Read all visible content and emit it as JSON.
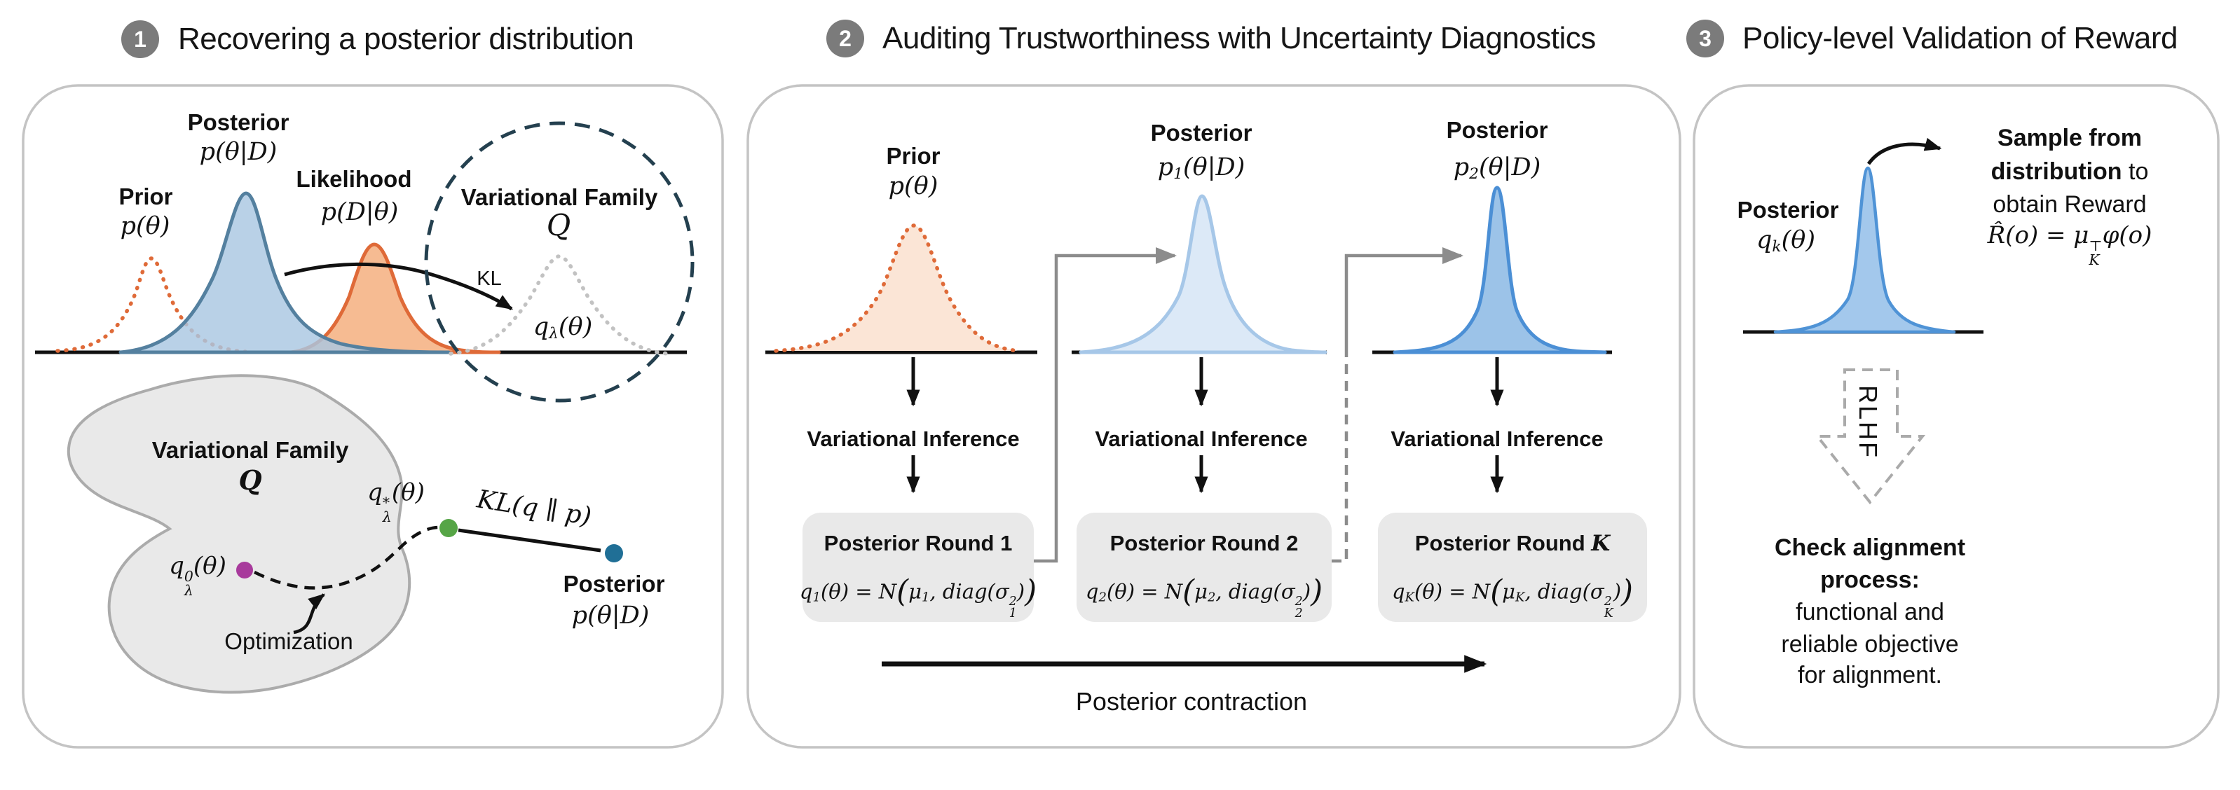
{
  "colors": {
    "text": "#111111",
    "badge": "#7b7b7b",
    "panel_border": "#c4c4c4",
    "box_fill": "#e9e9e9",
    "connector": "#8c8c8c",
    "blue1_fill": "#aac7e2",
    "blue1_stroke": "#54809f",
    "orange_fill": "#f6bb92",
    "orange_stroke": "#df6a38",
    "prior2_fill": "#fbe5d6",
    "p1_fill": "#dce9f7",
    "p1_stroke": "#a6c7e8",
    "p2_fill": "#9cc3e8",
    "p2_stroke": "#4b8fd5",
    "p3_fill": "#a3c8ec",
    "p3_stroke": "#4f93d6",
    "circle_dash": "#24404f",
    "gray_dotted": "#c2c2c2",
    "blob_fill": "#e9e9e9",
    "blob_stroke": "#ababab",
    "dot_magenta": "#a83a9c",
    "dot_green": "#56a546",
    "dot_teal": "#206f96",
    "rlhf_dash": "#aaaaaa",
    "axis": "#111111"
  },
  "panel1": {
    "badge": "1",
    "title": "Recovering a posterior distribution",
    "posterior_label": "Posterior",
    "posterior_formula": [
      {
        "t": "p(θ|D)"
      }
    ],
    "prior_label": "Prior",
    "prior_formula": [
      {
        "t": "p(θ)"
      }
    ],
    "likelihood_label": "Likelihood",
    "likelihood_formula": [
      {
        "t": "p(D|θ)"
      }
    ],
    "vf_label": "Variational Family",
    "vf_q": "Q",
    "kl_small": "KL",
    "q_lambda": [
      {
        "t": "q"
      },
      {
        "sub": "λ"
      },
      {
        "t": "(θ)"
      }
    ],
    "blob_label": "Variational Family",
    "blob_q": "Q",
    "q_lambda_0": [
      {
        "t": "q"
      },
      {
        "ss": [
          "0",
          "λ"
        ]
      },
      {
        "t": "(θ)"
      }
    ],
    "q_lambda_star": [
      {
        "t": "q"
      },
      {
        "ss": [
          "*",
          "λ"
        ]
      },
      {
        "t": "(θ)"
      }
    ],
    "optimization_label": "Optimization",
    "kl_qp": [
      {
        "t": "KL(q ∥ p)"
      }
    ],
    "posterior2_label": "Posterior",
    "posterior2_formula": [
      {
        "t": "p(θ|D)"
      }
    ]
  },
  "panel2": {
    "badge": "2",
    "title": "Auditing Trustworthiness with Uncertainty Diagnostics",
    "cols": [
      {
        "label": "Prior",
        "formula": [
          {
            "t": "p(θ)"
          }
        ],
        "vi": "Variational Inference",
        "box_title": "Posterior Round 1",
        "box_title_k": "",
        "box_formula": [
          {
            "t": "q"
          },
          {
            "sub": "1"
          },
          {
            "t": "(θ) = N"
          },
          {
            "big": "("
          },
          {
            "t": "μ"
          },
          {
            "sub": "1"
          },
          {
            "t": ", diag(σ"
          },
          {
            "ss": [
              "2",
              "1"
            ]
          },
          {
            "t": ")"
          },
          {
            "big": ")"
          }
        ]
      },
      {
        "label": "Posterior",
        "formula": [
          {
            "t": "p"
          },
          {
            "sub": "1"
          },
          {
            "t": "(θ|D)"
          }
        ],
        "vi": "Variational Inference",
        "box_title": "Posterior Round 2",
        "box_title_k": "",
        "box_formula": [
          {
            "t": "q"
          },
          {
            "sub": "2"
          },
          {
            "t": "(θ) = N"
          },
          {
            "big": "("
          },
          {
            "t": "μ"
          },
          {
            "sub": "2"
          },
          {
            "t": ", diag(σ"
          },
          {
            "ss": [
              "2",
              "2"
            ]
          },
          {
            "t": ")"
          },
          {
            "big": ")"
          }
        ]
      },
      {
        "label": "Posterior",
        "formula": [
          {
            "t": "p"
          },
          {
            "sub": "2"
          },
          {
            "t": "(θ|D)"
          }
        ],
        "vi": "Variational Inference",
        "box_title": "Posterior Round ",
        "box_title_k": "K",
        "box_formula": [
          {
            "t": "q"
          },
          {
            "sub": "K"
          },
          {
            "t": "(θ) = N"
          },
          {
            "big": "("
          },
          {
            "t": "μ"
          },
          {
            "sub": "K"
          },
          {
            "t": ", diag(σ"
          },
          {
            "ss": [
              "2",
              "K"
            ]
          },
          {
            "t": ")"
          },
          {
            "big": ")"
          }
        ]
      }
    ],
    "contraction_label": "Posterior contraction"
  },
  "panel3": {
    "badge": "3",
    "title": "Policy-level Validation of Reward",
    "posterior_label": "Posterior",
    "posterior_formula": [
      {
        "t": "q"
      },
      {
        "sub": "k"
      },
      {
        "t": "(θ)"
      }
    ],
    "sample_line1": "Sample from",
    "sample_line2_bold": "distribution",
    "sample_line2_rest": " to",
    "sample_line3": "obtain Reward",
    "reward_formula": [
      {
        "t": "R̂(o) = μ"
      },
      {
        "ss": [
          "⊤",
          "K"
        ]
      },
      {
        "t": "φ(o)"
      }
    ],
    "rlhf": "RLHF",
    "check_line1": "Check alignment",
    "check_line2": "process:",
    "check_line3": "functional and",
    "check_line4": "reliable objective",
    "check_line5": "for alignment."
  }
}
